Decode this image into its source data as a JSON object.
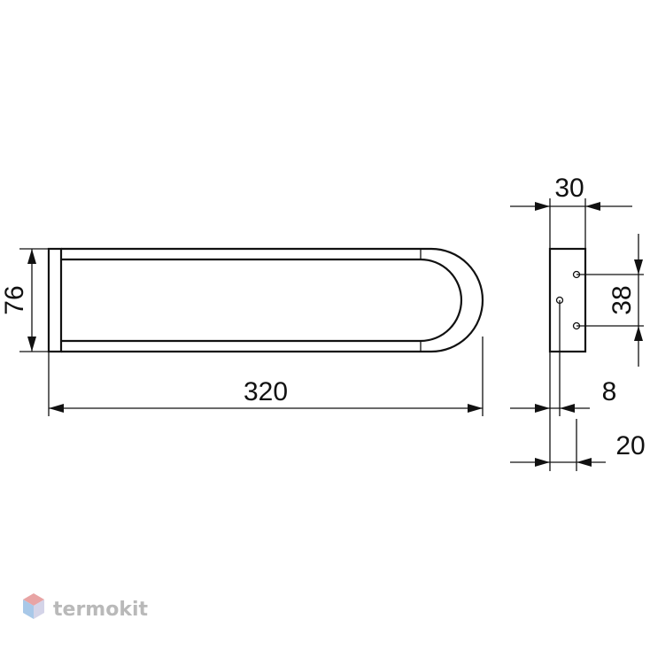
{
  "dimensions": {
    "length": "320",
    "height": "76",
    "depth": "30",
    "hole_spacing": "38",
    "hole_offset": "8",
    "base_depth": "20"
  },
  "watermark": {
    "brand": "termokit",
    "logo_colors": [
      "#e8a4a4",
      "#a8c8e8",
      "#d4d4e8"
    ]
  }
}
